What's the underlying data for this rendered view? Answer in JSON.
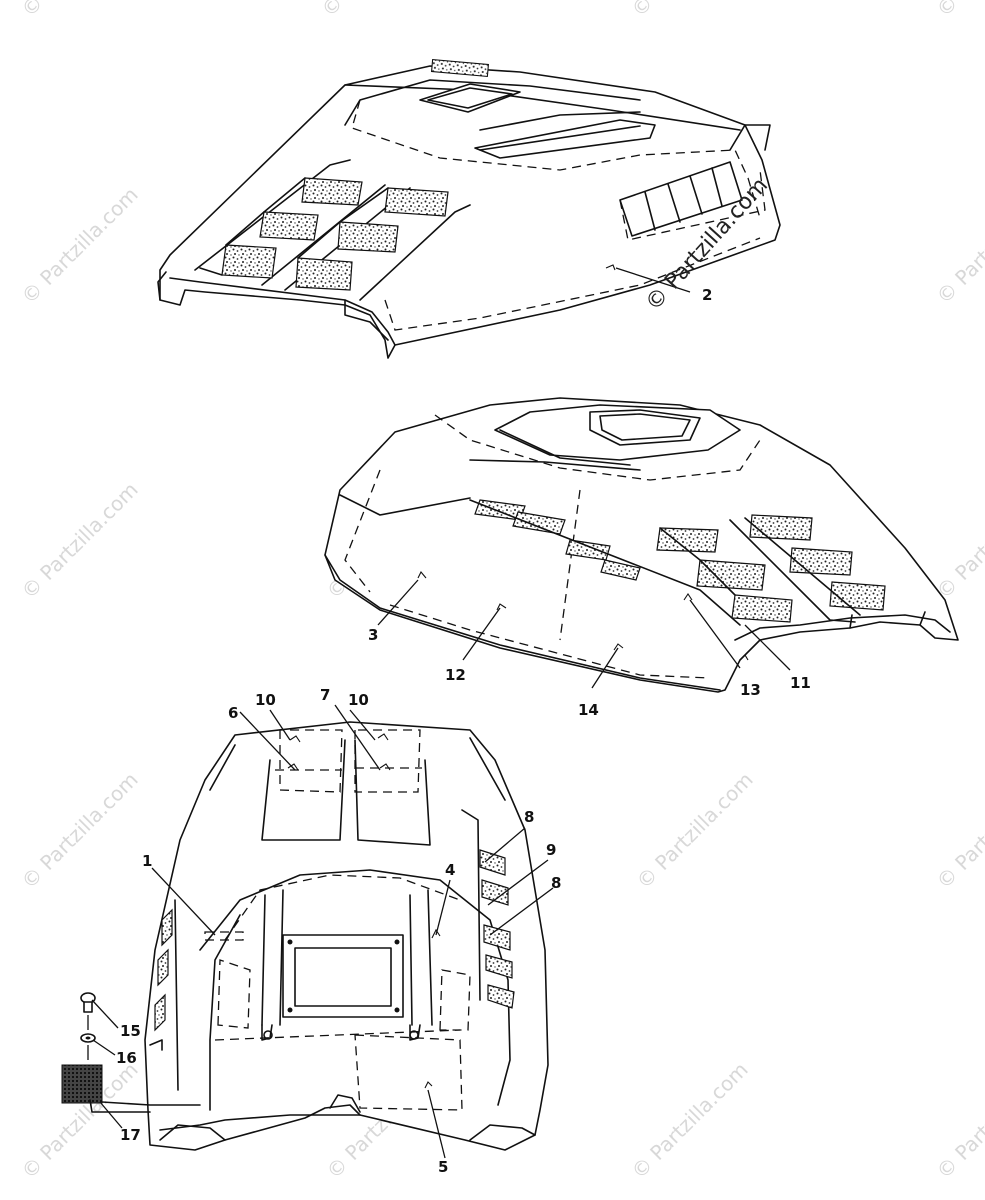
{
  "watermark": {
    "text": "© Partzilla.com",
    "featured_text": "© Partzilla.com"
  },
  "callouts": {
    "c1": "1",
    "c2": "2",
    "c3": "3",
    "c4": "4",
    "c5": "5",
    "c6": "6",
    "c7": "7",
    "c8a": "8",
    "c8b": "8",
    "c9": "9",
    "c10a": "10",
    "c10b": "10",
    "c11": "11",
    "c12": "12",
    "c13": "13",
    "c14": "14",
    "c15": "15",
    "c16": "16",
    "c17": "17"
  }
}
